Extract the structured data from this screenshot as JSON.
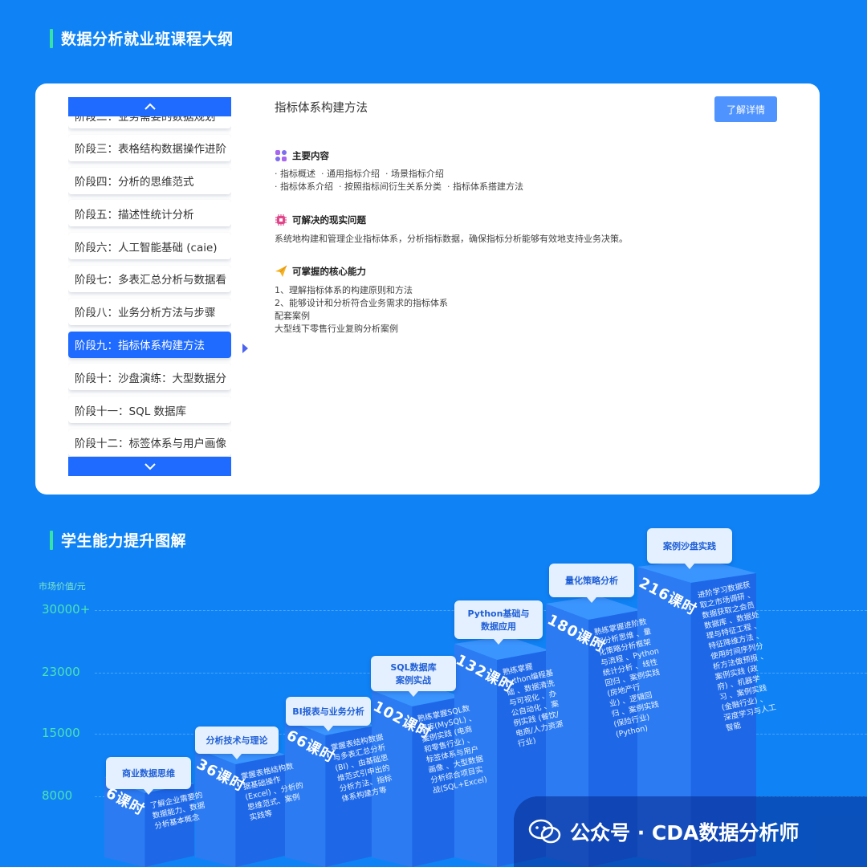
{
  "syllabus": {
    "title": "数据分析就业班课程大纲",
    "stages": [
      "阶段二：业务需要的数据规划",
      "阶段三：表格结构数据操作进阶",
      "阶段四：分析的思维范式",
      "阶段五：描述性统计分析",
      "阶段六：人工智能基础 (caie)",
      "阶段七：多表汇总分析与数据看",
      "阶段八：业务分析方法与步骤",
      "阶段九：指标体系构建方法",
      "阶段十：沙盘演练：大型数据分",
      "阶段十一：SQL 数据库",
      "阶段十二：标签体系与用户画像"
    ],
    "active_stage": 7,
    "detail": {
      "title": "指标体系构建方法",
      "button": "了解详情",
      "main_content_head": "主要内容",
      "main_content": [
        "· 指标概述  · 通用指标介绍  · 场景指标介绍",
        "· 指标体系介绍  · 按照指标间衍生关系分类  · 指标体系搭建方法"
      ],
      "problems_head": "可解决的现实问题",
      "problems": "系统地构建和管理企业指标体系，分析指标数据，确保指标分析能够有效地支持业务决策。",
      "abilities_head": "可掌握的核心能力",
      "abilities": [
        "1、理解指标体系的构建原则和方法",
        "2、能够设计和分析符合业务需求的指标体系",
        "配套案例",
        "大型线下零售行业复购分析案例"
      ]
    }
  },
  "growth": {
    "title": "学生能力提升图解",
    "ylabel": "市场价值/元",
    "yticks": [
      "30000+",
      "23000",
      "15000",
      "8000"
    ],
    "steps": [
      {
        "tag": "商业数据思维",
        "hours": "6课时",
        "desc": "了解企业需要的\n数据能力、数据\n分析基本概念"
      },
      {
        "tag": "分析技术与理论",
        "hours": "36课时",
        "desc": "掌握表格结构数\n据基础操作\n(Excel) 、分析的\n思维范式、案例\n实践等"
      },
      {
        "tag": "BI报表与业务分析",
        "hours": "66课时",
        "desc": "掌握表结构数据\n与多表汇总分析\n(BI) 、由基础思\n维范式引申出的\n分析方法、指标\n体系构建方等"
      },
      {
        "tag": "SQL数据库\n案例实战",
        "hours": "102课时",
        "desc": "熟练掌握SQL数\n据库(MySQL) 、\n案例实践 (电商\n和零售行业) 、\n标签体系与用户\n画像 、大型数据\n分析综合项目实\n战(SQL+Excel)"
      },
      {
        "tag": "Python基础与\n数据应用",
        "hours": "132课时",
        "desc": "熟练掌握\nPython编程基\n础 、数据清洗\n与可视化 、办\n公自动化 、案\n例实践 (餐饮/\n电商/人力资源\n行业)"
      },
      {
        "tag": "量化策略分析",
        "hours": "180课时",
        "desc": "熟练掌握进阶数\n据分析思维 、量\n化策略分析框架\n与流程 、Python\n统计分析 、线性\n回归 、案例实践\n(房地产行\n业) 、逻辑回\n归 、案例实践\n(保险行业)\n(Python)"
      },
      {
        "tag": "案例沙盘实践",
        "hours": "216课时",
        "desc": "进阶学习数据获\n取之市场调研 、\n数据获取之会员\n数据库 、数据处\n理与特征工程 、\n特征降维方法 、\n使用时间序列分\n析方法做预报 、\n案例实践 (政\n府) 、机器学\n习 、案例实践\n(金融行业) 、\n深度学习与人工\n智能"
      }
    ]
  },
  "watermark": "公众号 · CDA数据分析师",
  "colors": {
    "background": "#0f83f5",
    "accent": "#1f6bff",
    "green": "#36e2a4"
  }
}
